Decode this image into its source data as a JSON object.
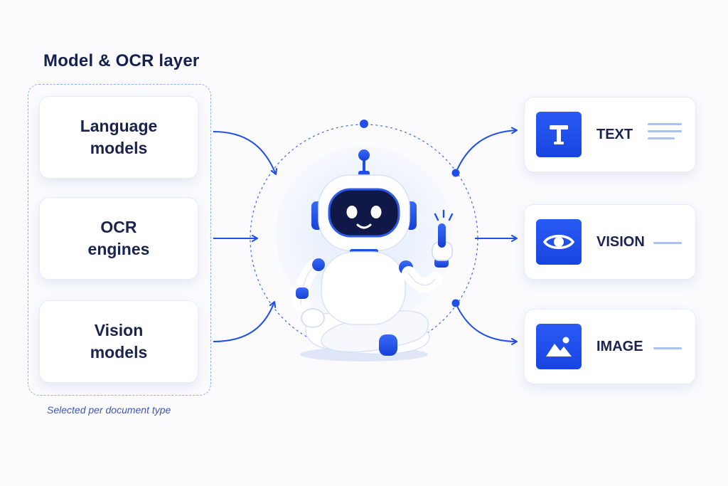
{
  "title": "Model & OCR layer",
  "caption": "Selected per document type",
  "inputs": [
    {
      "label": "Language\nmodels"
    },
    {
      "label": "OCR\nengines"
    },
    {
      "label": "Vision\nmodels"
    }
  ],
  "outputs": [
    {
      "label": "TEXT",
      "icon": "text-icon"
    },
    {
      "label": "VISION",
      "icon": "eye-icon"
    },
    {
      "label": "IMAGE",
      "icon": "image-icon"
    }
  ],
  "colors": {
    "accent": "#1f4fe8",
    "heading": "#14204f",
    "card_border": "#e6ebf7",
    "dashed": "#8fb0f0",
    "line_light": "#a9c2f5"
  }
}
